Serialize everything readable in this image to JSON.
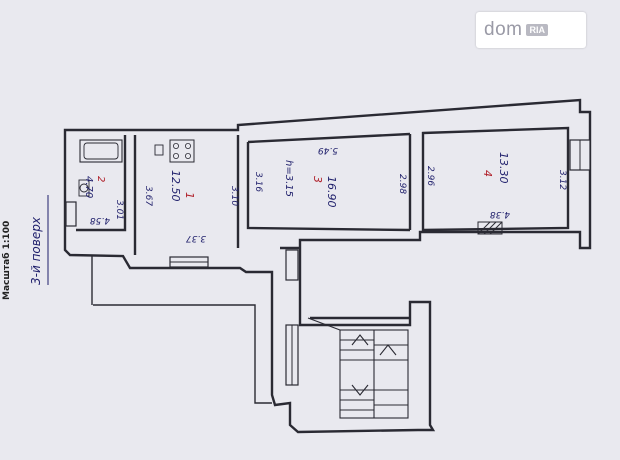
{
  "watermark": {
    "brand": "dom",
    "badge": "RIA"
  },
  "scale_label": "Масштаб 1:100",
  "floor_label": "3-й поверх",
  "rooms": [
    {
      "id": "bath",
      "number": "2",
      "area": "4.70",
      "dims": [
        "4.58",
        "3.01"
      ]
    },
    {
      "id": "kitchen",
      "number": "1",
      "area": "12.50",
      "dims": [
        "3.67",
        "3.10",
        "3.37"
      ]
    },
    {
      "id": "room3",
      "number": "3",
      "area": "16.90",
      "height": "h=3.15",
      "dims": [
        "3.16",
        "2.98",
        "5.49"
      ]
    },
    {
      "id": "room4",
      "number": "4",
      "area": "13.30",
      "dims": [
        "2.96",
        "3.12"
      ]
    }
  ],
  "balcony": {
    "label": "4.38"
  },
  "icons": {
    "stair_arrow": "arrow-icon",
    "plumbing": "sink-icon"
  }
}
